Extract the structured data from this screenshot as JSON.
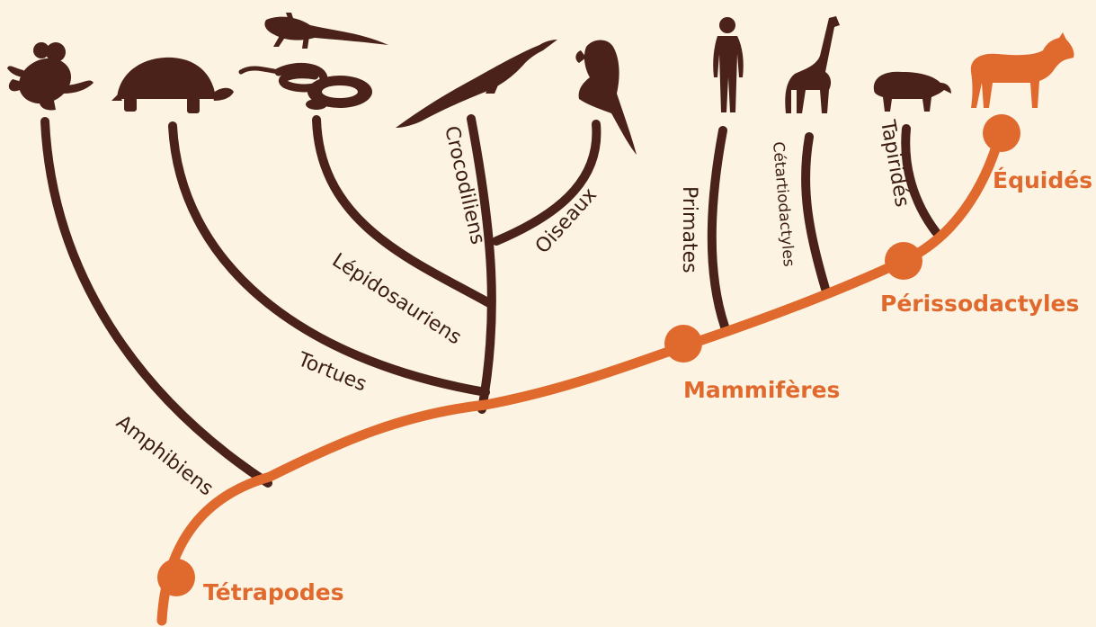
{
  "clades": {
    "amphibiens": "Amphibiens",
    "tortues": "Tortues",
    "lepidosauriens": "Lépidosauriens",
    "crocodiliens": "Crocodiliens",
    "oiseaux": "Oiseaux",
    "primates": "Primates",
    "cetartiodactyles": "Cétartiodactyles",
    "tapirides": "Tapiridés"
  },
  "nodes": {
    "tetrapodes": "Tétrapodes",
    "mammiferes": "Mammifères",
    "perissodactyles": "Périssodactyles",
    "equides": "Équidés"
  },
  "silhouettes": [
    "frog-icon",
    "tortoise-icon",
    "lizard-icon",
    "snake-icon",
    "crocodile-icon",
    "parrot-icon",
    "human-icon",
    "giraffe-icon",
    "tapir-icon",
    "horse-icon"
  ],
  "colors": {
    "background": "#fdf3e3",
    "branch": "#4a2219",
    "highlight": "#e06a2e"
  }
}
